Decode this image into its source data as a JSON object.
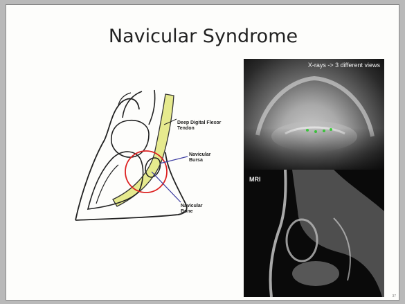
{
  "slide": {
    "title": "Navicular Syndrome",
    "diagram_labels": {
      "deep_digital_flexor": "Deep Digital Flexor Tendon",
      "navicular_bursa": "Navicular Bursa",
      "navicular_bone": "Navicular Bone"
    },
    "xray_label": "X-rays -> 3 different views",
    "mri_label": "MRI",
    "slide_number": "37"
  }
}
